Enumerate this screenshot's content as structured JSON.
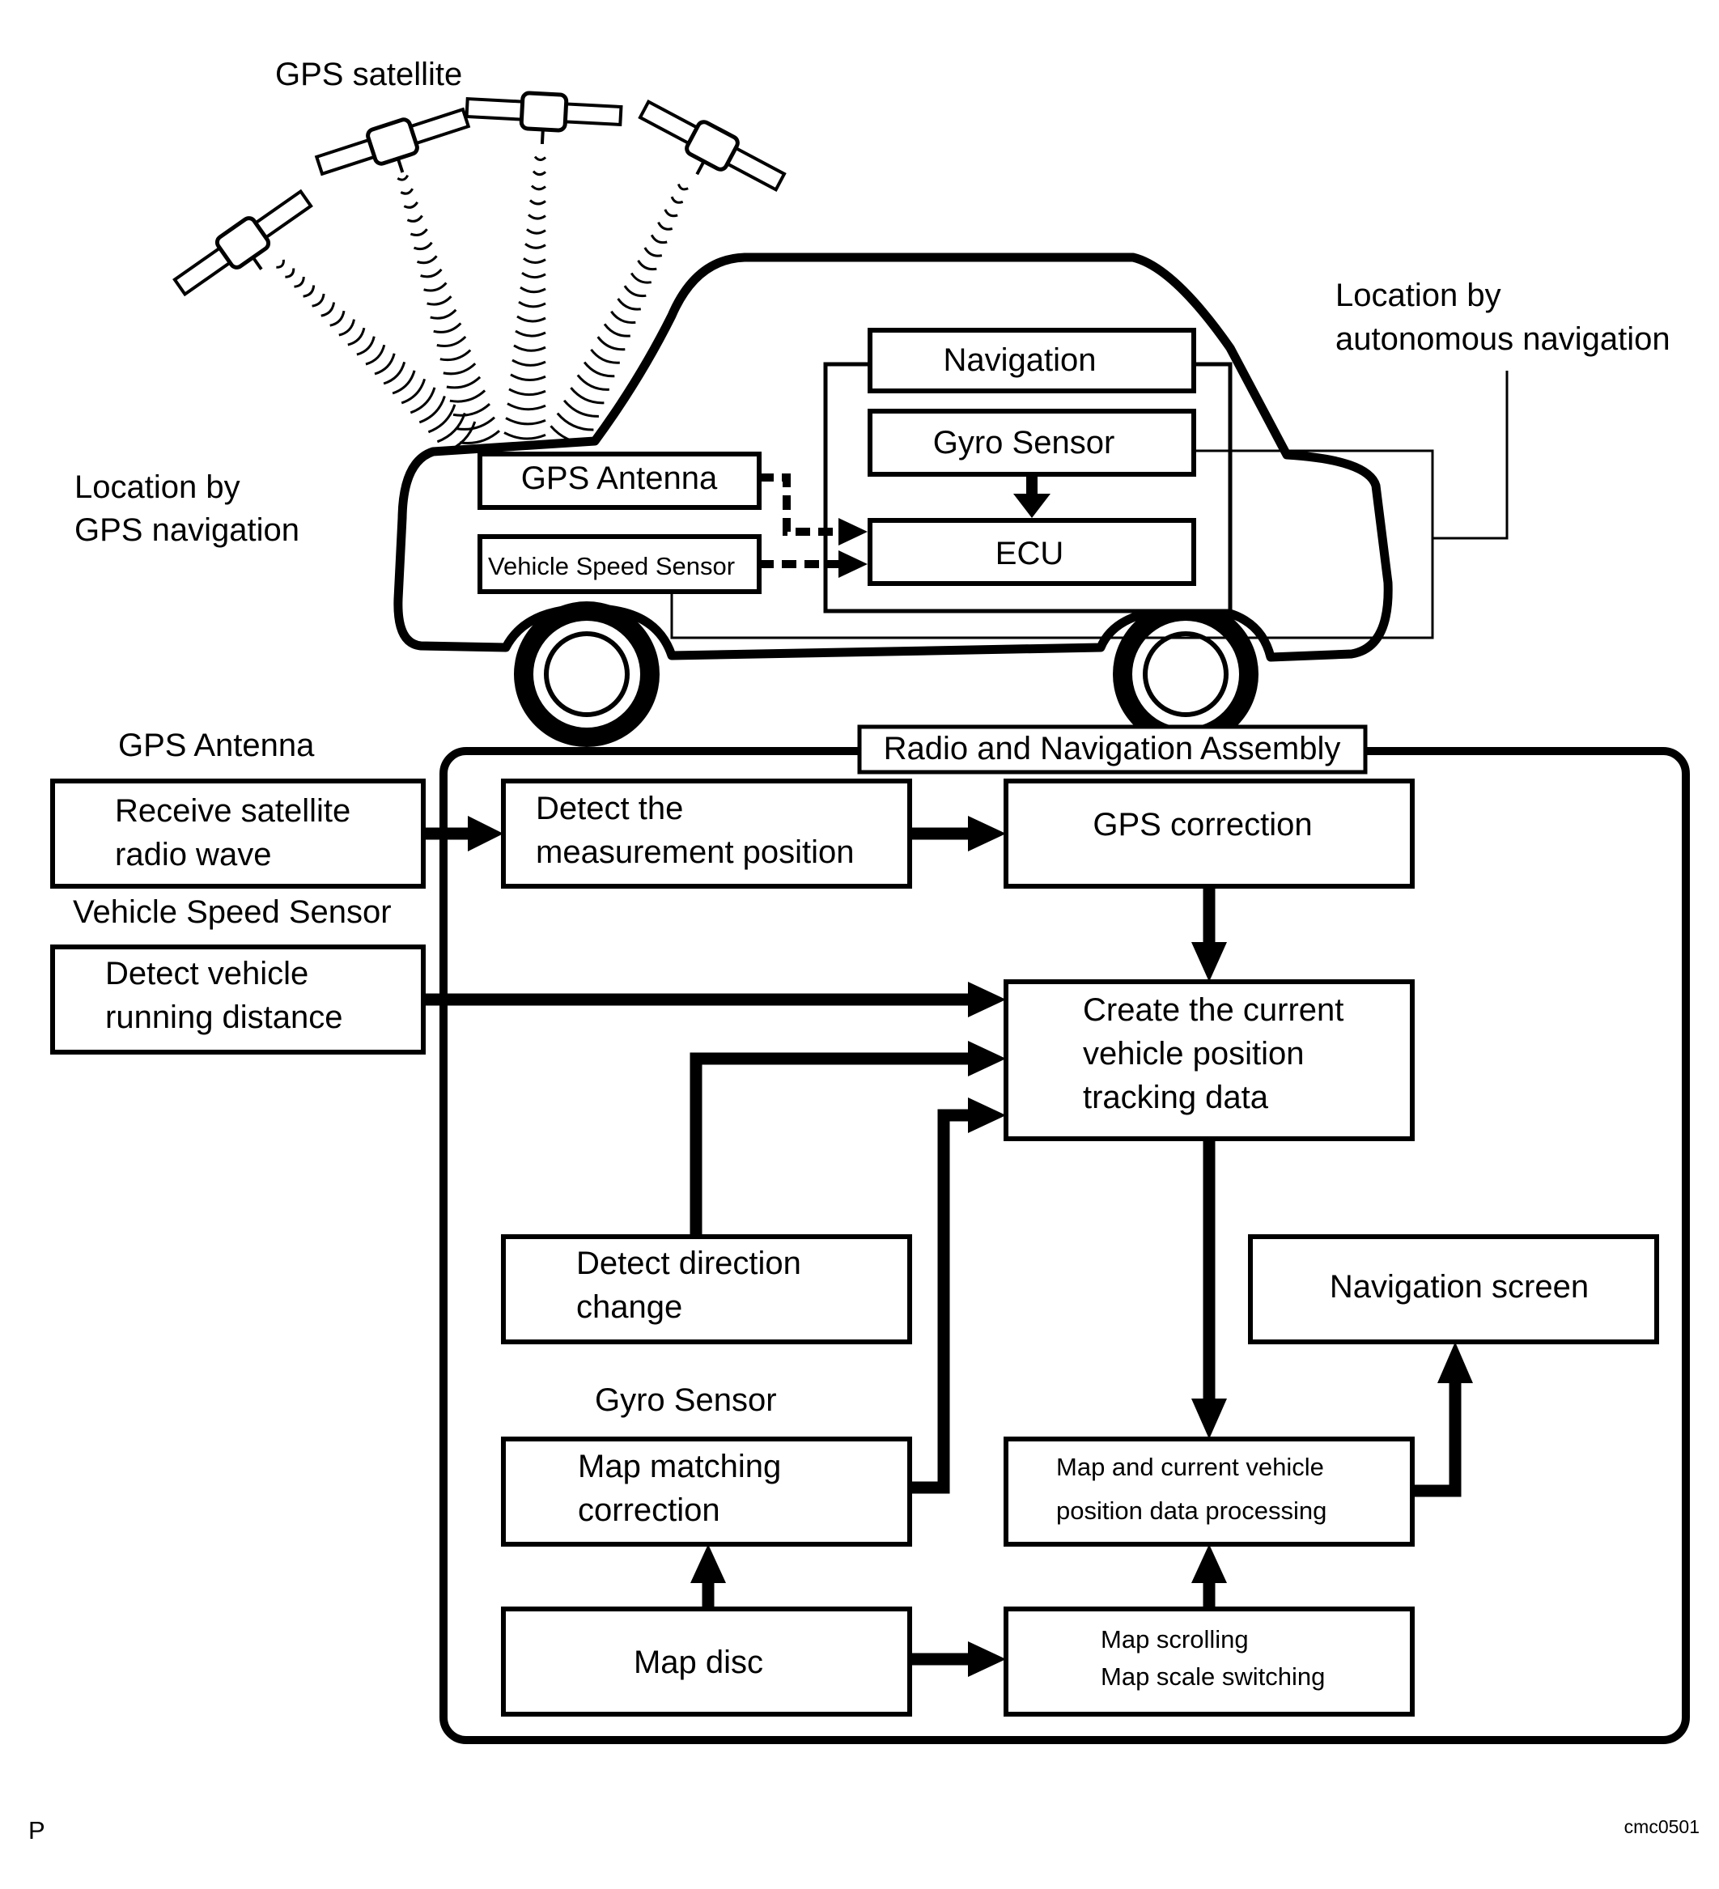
{
  "top": {
    "satellite_label": "GPS satellite",
    "gps_nav_label": [
      "Location by",
      "GPS navigation"
    ],
    "auto_nav_label": [
      "Location by",
      "autonomous navigation"
    ],
    "car": {
      "navigation": "Navigation",
      "gyro_sensor": "Gyro Sensor",
      "ecu": "ECU",
      "gps_antenna": "GPS Antenna",
      "vehicle_speed_sensor": "Vehicle Speed Sensor"
    }
  },
  "flow": {
    "assembly_title": "Radio and Navigation Assembly",
    "gps_antenna_label": "GPS Antenna",
    "receive_wave": [
      "Receive satellite",
      "radio wave"
    ],
    "vehicle_speed_label": "Vehicle Speed Sensor",
    "detect_distance": [
      "Detect vehicle",
      "running distance"
    ],
    "detect_measurement": [
      "Detect the",
      "measurement position"
    ],
    "gps_correction": "GPS correction",
    "create_tracking": [
      "Create the current",
      "vehicle position",
      "tracking data"
    ],
    "detect_direction": [
      "Detect direction",
      "change"
    ],
    "gyro_sensor_label": "Gyro Sensor",
    "map_matching": [
      "Map matching",
      "correction"
    ],
    "map_disc": "Map disc",
    "navigation_screen": "Navigation screen",
    "map_processing": [
      "Map and current vehicle",
      "position data processing"
    ],
    "map_scrolling": [
      "Map scrolling",
      "Map scale switching"
    ]
  },
  "footer": {
    "left_code": "P",
    "right_code": "cmc0501"
  }
}
